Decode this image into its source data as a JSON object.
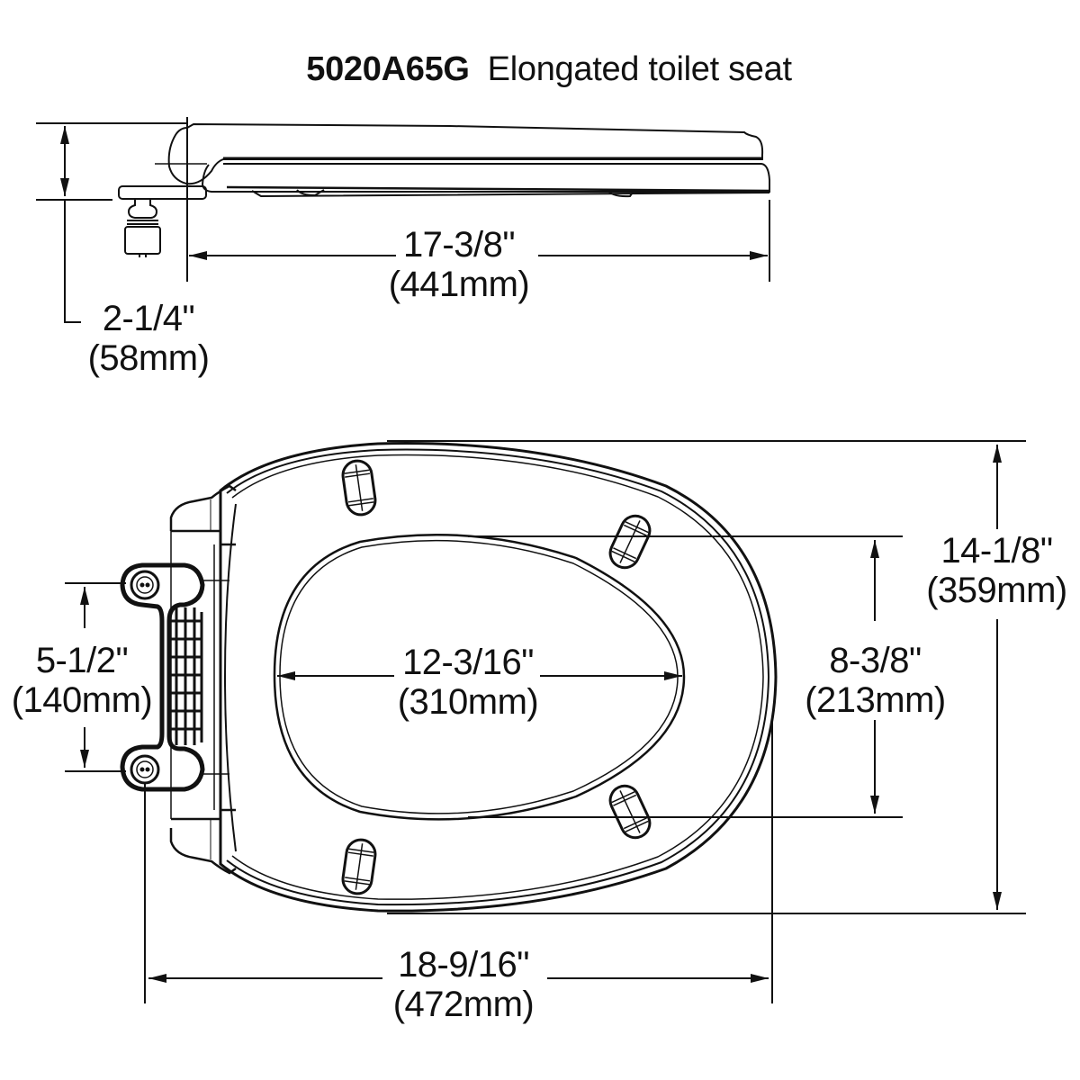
{
  "title": {
    "model": "5020A65G",
    "name": "Elongated toilet seat"
  },
  "side_view": {
    "length": {
      "inches": "17-3/8\"",
      "mm": "(441mm)"
    },
    "height": {
      "inches": "2-1/4\"",
      "mm": "(58mm)"
    }
  },
  "top_view": {
    "hinge_spacing": {
      "inches": "5-1/2\"",
      "mm": "(140mm)"
    },
    "opening_length": {
      "inches": "12-3/16\"",
      "mm": "(310mm)"
    },
    "opening_width": {
      "inches": "8-3/8\"",
      "mm": "(213mm)"
    },
    "overall_width": {
      "inches": "14-1/8\"",
      "mm": "(359mm)"
    },
    "overall_length": {
      "inches": "18-9/16\"",
      "mm": "(472mm)"
    }
  },
  "colors": {
    "line": "#111111",
    "background": "#ffffff"
  }
}
